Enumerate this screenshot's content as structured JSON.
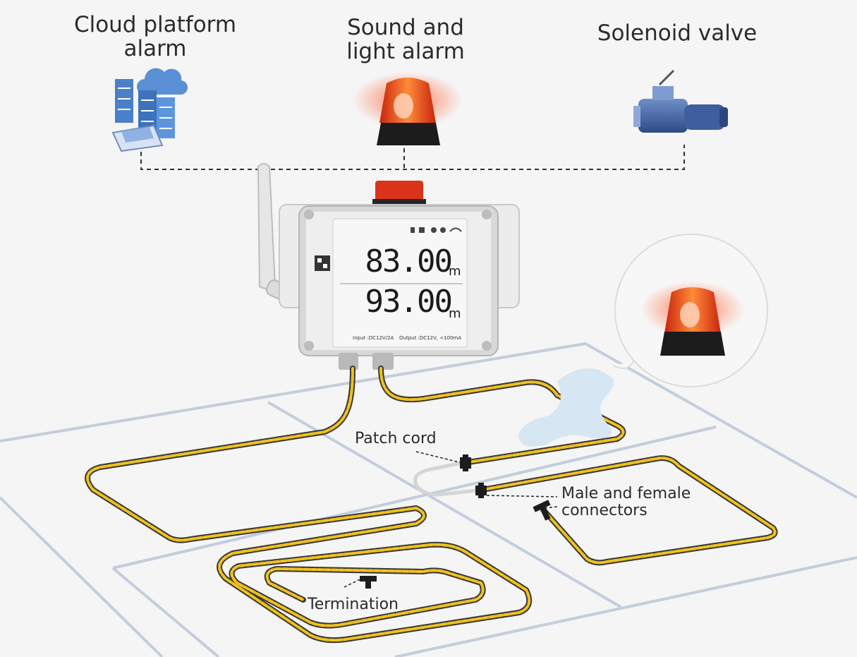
{
  "labels": {
    "cloud_alarm": "Cloud platform\nalarm",
    "sound_light_alarm": "Sound and\nlight alarm",
    "solenoid_valve": "Solenoid valve",
    "patch_cord": "Patch cord",
    "male_female": "Male and female\nconnectors",
    "termination": "Termination"
  },
  "device": {
    "reading_1": "83.00",
    "reading_2": "93.00",
    "unit": "m",
    "input_text": "Input :DC12V/2A",
    "output_text": "Output :DC12V, <100mA"
  },
  "colors": {
    "cable": "#f2c21b",
    "floor_line": "#c3cddd",
    "alarm_red": "#e8431c"
  }
}
